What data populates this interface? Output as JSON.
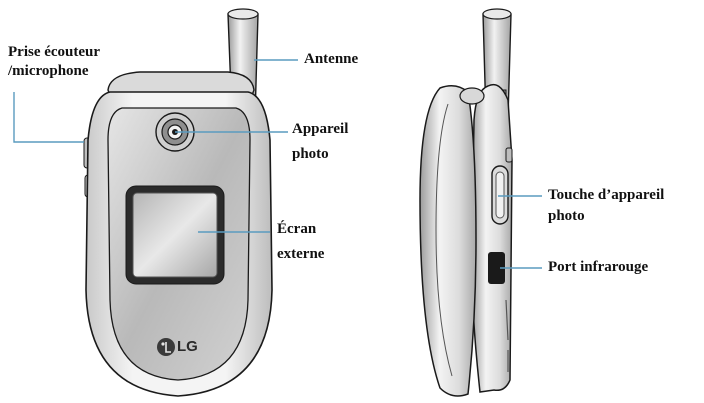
{
  "labels": {
    "headset": [
      "Prise écouteur",
      "/microphone"
    ],
    "antenna": "Antenne",
    "camera": [
      "Appareil",
      "photo"
    ],
    "screen": [
      "Écran",
      "externe"
    ],
    "camera_key": [
      "Touche d’appareil",
      "photo"
    ],
    "infrared": "Port infrarouge"
  },
  "brand": {
    "logo": "LG"
  },
  "colors": {
    "leader_line": "#5a9bbf",
    "body_light": "#f2f2f2",
    "body_mid": "#cfcfcf",
    "body_dark": "#8a8a8a",
    "outline": "#1a1a1a",
    "text": "#111111"
  }
}
